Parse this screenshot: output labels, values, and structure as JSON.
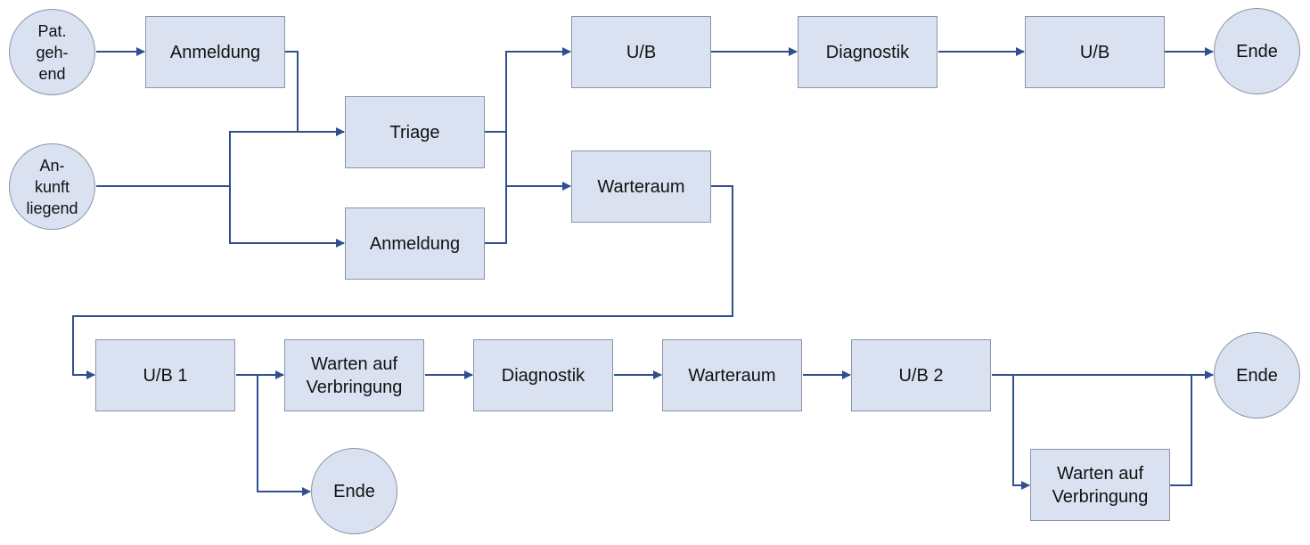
{
  "colors": {
    "node_fill": "#dae2f2",
    "node_border": "#8a94a8",
    "connector": "#2f4f8f"
  },
  "nodes": {
    "start_walking": "Pat.\ngeh-\nend",
    "start_lying": "An-\nkunft\nliegend",
    "registration_top": "Anmeldung",
    "triage": "Triage",
    "registration_mid": "Anmeldung",
    "ub_top_1": "U/B",
    "waiting_room_top": "Warteraum",
    "diagnostics_top": "Diagnostik",
    "ub_top_2": "U/B",
    "end_top": "Ende",
    "ub1": "U/B 1",
    "wait_transfer_1": "Warten auf\nVerbringung",
    "diagnostics_bottom": "Diagnostik",
    "waiting_room_bottom": "Warteraum",
    "ub2": "U/B 2",
    "end_bottom_right": "Ende",
    "end_bottom_left": "Ende",
    "wait_transfer_2": "Warten auf\nVerbringung"
  }
}
